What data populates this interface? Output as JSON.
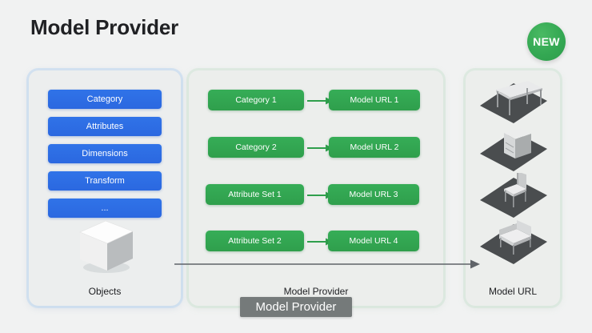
{
  "page": {
    "title": "Model Provider",
    "background_color": "#f1f2f2"
  },
  "badge": {
    "label": "NEW",
    "color": "#34a853"
  },
  "colors": {
    "blue_chip": "#2b68e0",
    "green_chip": "#2f9f4c",
    "panel": "#eceeed",
    "arrow": "#5f6368",
    "tooltip": "#757a7a",
    "title_text": "#202124"
  },
  "objects_panel": {
    "caption": "Objects",
    "icon": "white-cube-icon",
    "items": [
      {
        "label": "Category"
      },
      {
        "label": "Attributes"
      },
      {
        "label": "Dimensions"
      },
      {
        "label": "Transform"
      },
      {
        "label": "..."
      }
    ]
  },
  "provider_panel": {
    "caption": "Model Provider",
    "mappings": [
      {
        "source": "Category 1",
        "target": "Model URL 1"
      },
      {
        "source": "Category 2",
        "target": "Model URL 2"
      },
      {
        "source": "Attribute Set 1",
        "target": "Model URL 3"
      },
      {
        "source": "Attribute Set 2",
        "target": "Model URL 4"
      }
    ]
  },
  "url_panel": {
    "caption": "Model URL",
    "thumbnails": [
      {
        "name": "table-3d-model"
      },
      {
        "name": "cabinet-3d-model"
      },
      {
        "name": "chair-3d-model"
      },
      {
        "name": "armchair-3d-model"
      }
    ]
  },
  "tooltip": {
    "label": "Model Provider"
  }
}
